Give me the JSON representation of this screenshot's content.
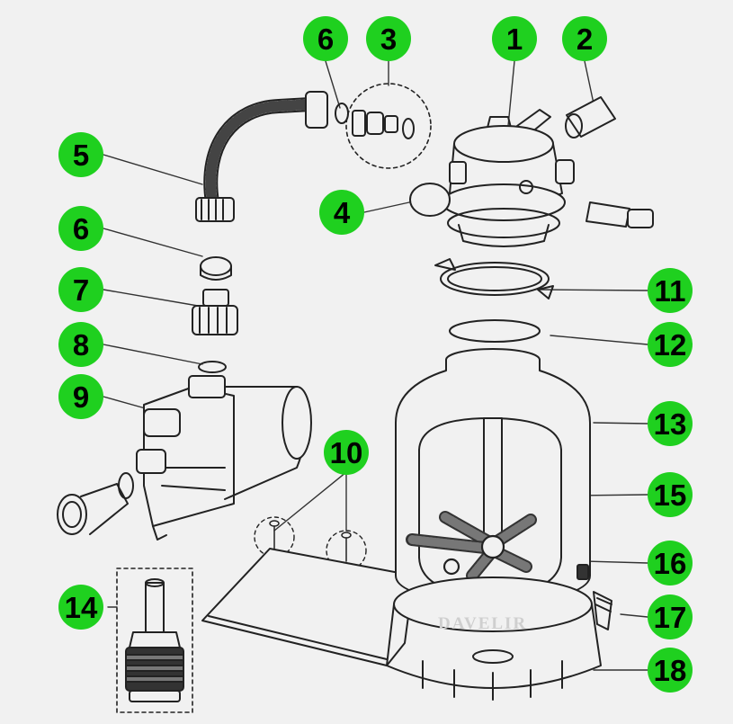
{
  "diagram": {
    "watermark": "DAVELIR",
    "callouts": [
      {
        "id": "c1",
        "label": "1"
      },
      {
        "id": "c2",
        "label": "2"
      },
      {
        "id": "c3",
        "label": "3"
      },
      {
        "id": "c4",
        "label": "4"
      },
      {
        "id": "c5",
        "label": "5"
      },
      {
        "id": "c6a",
        "label": "6"
      },
      {
        "id": "c6b",
        "label": "6"
      },
      {
        "id": "c7",
        "label": "7"
      },
      {
        "id": "c8",
        "label": "8"
      },
      {
        "id": "c9",
        "label": "9"
      },
      {
        "id": "c10",
        "label": "10"
      },
      {
        "id": "c11",
        "label": "11"
      },
      {
        "id": "c12",
        "label": "12"
      },
      {
        "id": "c13",
        "label": "13"
      },
      {
        "id": "c14",
        "label": "14"
      },
      {
        "id": "c15",
        "label": "15"
      },
      {
        "id": "c16",
        "label": "16"
      },
      {
        "id": "c17",
        "label": "17"
      },
      {
        "id": "c18",
        "label": "18"
      }
    ]
  }
}
